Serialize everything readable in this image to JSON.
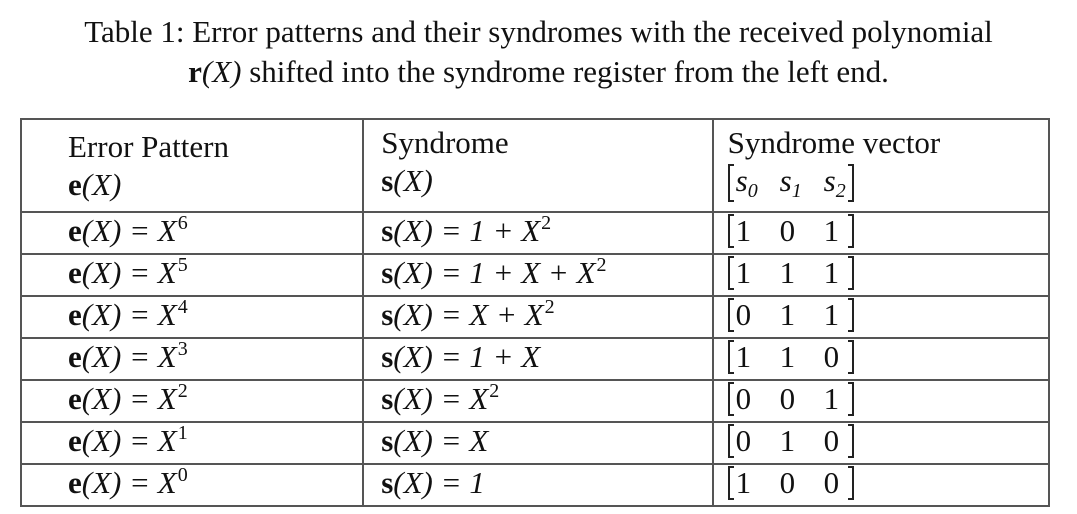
{
  "caption": {
    "line1": "Table 1: Error patterns and their syndromes with the received polynomial",
    "line2_symbol_bold": "r",
    "line2_symbol_arg": "(X)",
    "line2_rest": " shifted into the syndrome register from the left end."
  },
  "table": {
    "headers": [
      {
        "title": "Error Pattern",
        "symbol": "e",
        "arg": "(X)"
      },
      {
        "title": "Syndrome",
        "symbol": "s",
        "arg": "(X)"
      },
      {
        "title": "Syndrome vector",
        "vector": [
          "s0",
          "s1",
          "s2"
        ]
      }
    ],
    "vector_header": {
      "v0": "s",
      "v0_sub": "0",
      "v1": "s",
      "v1_sub": "1",
      "v2": "s",
      "v2_sub": "2"
    },
    "rows": [
      {
        "error": "X",
        "error_exp": "6",
        "syndrome": "1 + X",
        "syndrome_exp": "2",
        "vector": [
          "1",
          "0",
          "1"
        ]
      },
      {
        "error": "X",
        "error_exp": "5",
        "syndrome": "1 + X + X",
        "syndrome_exp": "2",
        "vector": [
          "1",
          "1",
          "1"
        ]
      },
      {
        "error": "X",
        "error_exp": "4",
        "syndrome": "X + X",
        "syndrome_exp": "2",
        "vector": [
          "0",
          "1",
          "1"
        ]
      },
      {
        "error": "X",
        "error_exp": "3",
        "syndrome": "1 + X",
        "syndrome_exp": "",
        "vector": [
          "1",
          "1",
          "0"
        ]
      },
      {
        "error": "X",
        "error_exp": "2",
        "syndrome": "X",
        "syndrome_exp": "2",
        "vector": [
          "0",
          "0",
          "1"
        ]
      },
      {
        "error": "X",
        "error_exp": "1",
        "syndrome": "X",
        "syndrome_exp": "",
        "vector": [
          "0",
          "1",
          "0"
        ]
      },
      {
        "error": "X",
        "error_exp": "0",
        "syndrome": "1",
        "syndrome_exp": "",
        "vector": [
          "1",
          "0",
          "0"
        ]
      }
    ],
    "prefix": {
      "e": "e",
      "s": "s",
      "arg": "(X) = "
    }
  }
}
